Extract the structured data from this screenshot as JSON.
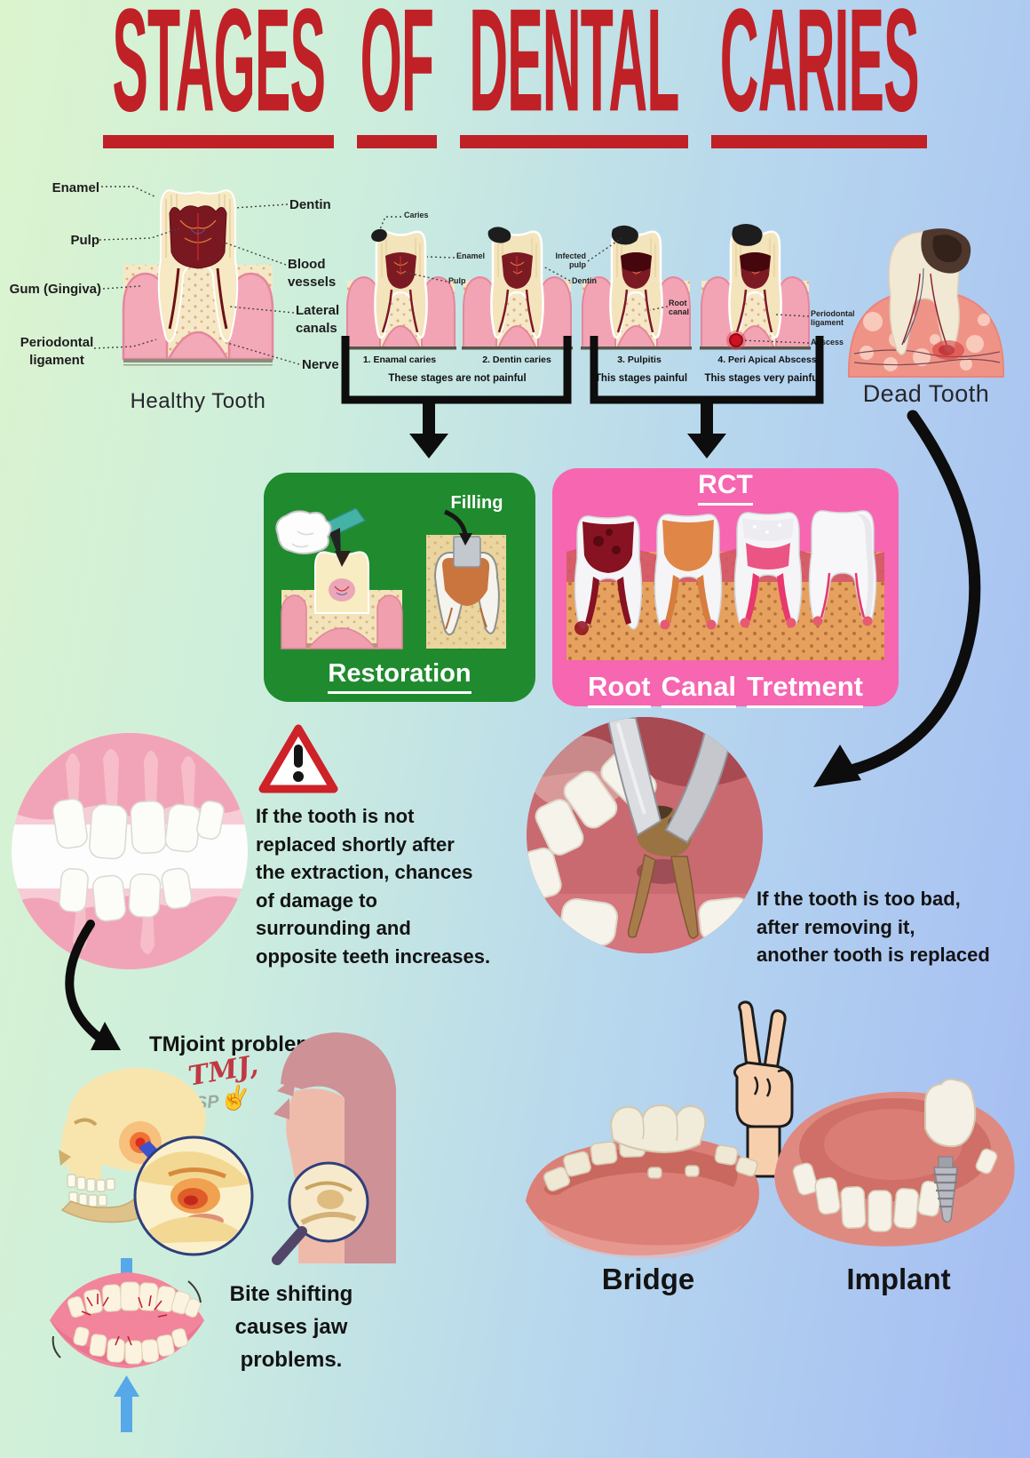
{
  "title": {
    "words": [
      "STAGES",
      "OF",
      "DENTAL",
      "CARIES"
    ]
  },
  "healthy_tooth": {
    "caption": "Healthy Tooth",
    "labels": {
      "enamel": "Enamel",
      "pulp": "Pulp",
      "gum": "Gum (Gingiva)",
      "periodontal_ligament": "Periodontal ligament",
      "dentin": "Dentin",
      "blood_vessels": "Blood vessels",
      "lateral_canals": "Lateral canals",
      "nerve": "Nerve"
    }
  },
  "stages": {
    "callouts": {
      "caries": "Caries",
      "enamel": "Enamel",
      "pulp": "Pulp",
      "dentin": "Dentin",
      "infected_pulp": "Infected pulp",
      "root_canal": "Root canal",
      "periodontal_ligament": "Periodontal ligament",
      "abscess": "Abscess"
    },
    "items": [
      {
        "name": "1. Enamal caries"
      },
      {
        "name": "2. Dentin caries"
      },
      {
        "name": "3. Pulpitis",
        "pain": "This stages painful"
      },
      {
        "name": "4. Peri Apical Abscess",
        "pain": "This stages very painful"
      }
    ],
    "group_pain": "These stages are not painful"
  },
  "dead_tooth": {
    "caption": "Dead Tooth"
  },
  "restoration": {
    "filling_label": "Filling",
    "title": "Restoration"
  },
  "rct": {
    "heading": "RCT",
    "title_words": [
      "Root",
      "Canal",
      "Tretment"
    ]
  },
  "notes": {
    "extraction_warning": "If the tooth is not\nreplaced shortly after\nthe extraction, chances\nof damage to\nsurrounding and\nopposite teeth increases.",
    "replacement_note": "If the tooth is too bad,\nafter removing it,\nanother tooth is replaced"
  },
  "tmj": {
    "heading": "TMjoint problem",
    "doodle_tmj": "TMJ,",
    "doodle_sp": "SP",
    "peace_char": "✌",
    "bite_note": "Bite shifting\ncauses jaw\nproblems."
  },
  "replacement_options": {
    "bridge": "Bridge",
    "implant": "Implant"
  },
  "colors": {
    "title_red": "#bf2127",
    "restoration_green": "#1f8b2e",
    "rct_pink": "#f666b1",
    "warning_red": "#ce2128",
    "arrow_black": "#111111",
    "background_green": "#dcf4ce",
    "background_blue": "#a4bcf3"
  }
}
